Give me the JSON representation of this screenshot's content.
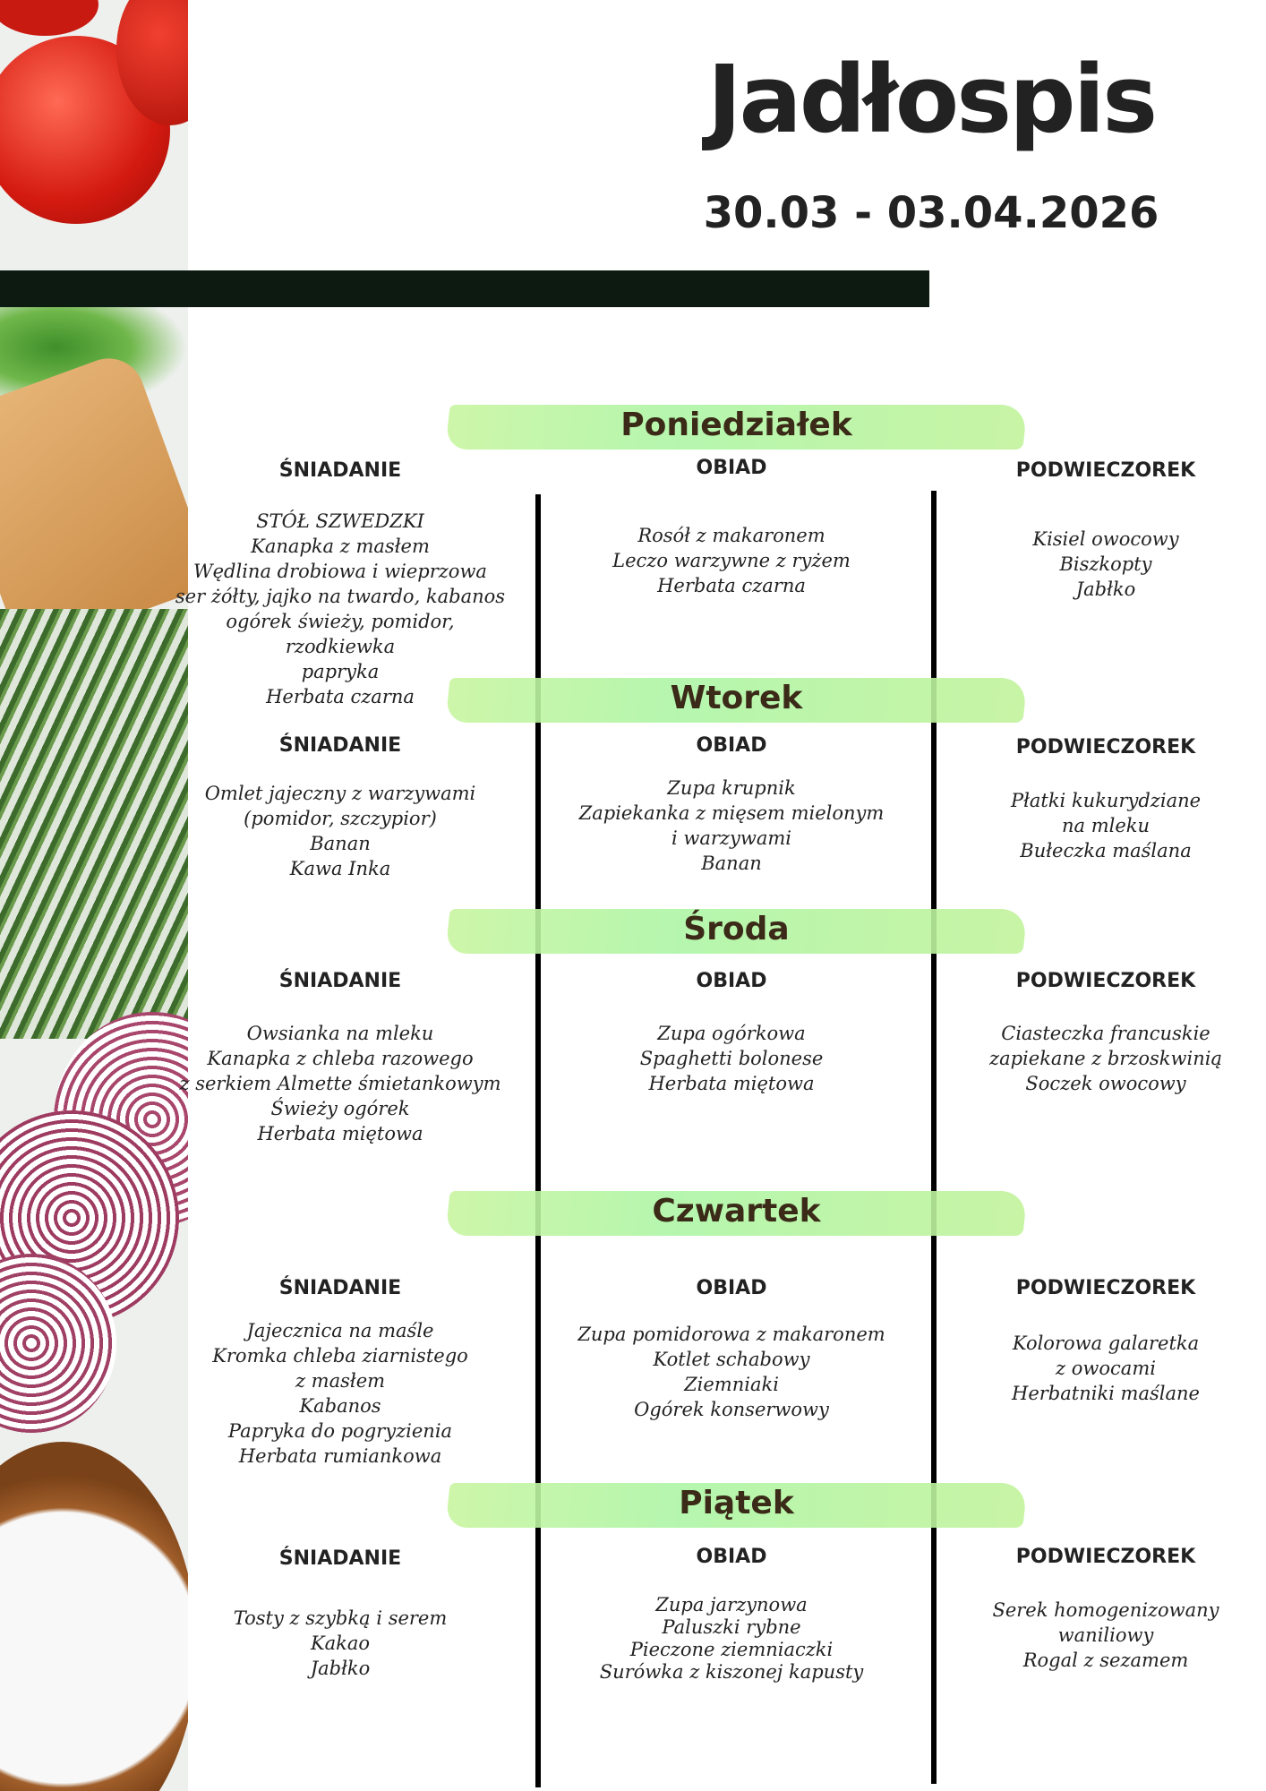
{
  "title": "Jadłospis",
  "dates": "30.03 - 03.04.2026",
  "labels": {
    "breakfast": "ŚNIADANIE",
    "lunch": "OBIAD",
    "snack": "PODWIECZOREK"
  },
  "days": [
    {
      "name": "Poniedziałek",
      "breakfast": [
        "STÓŁ SZWEDZKI",
        "Kanapka z masłem",
        "Wędlina drobiowa i wieprzowa",
        "ser żółty, jajko na twardo, kabanos",
        "ogórek świeży, pomidor, rzodkiewka",
        "papryka",
        "Herbata czarna"
      ],
      "lunch": [
        "Rosół z makaronem",
        "Leczo warzywne z ryżem",
        "Herbata czarna"
      ],
      "snack": [
        "Kisiel owocowy",
        "Biszkopty",
        "Jabłko"
      ]
    },
    {
      "name": "Wtorek",
      "breakfast": [
        "Omlet jajeczny z warzywami",
        "(pomidor, szczypior)",
        "Banan",
        "Kawa Inka"
      ],
      "lunch": [
        "Zupa krupnik",
        "Zapiekanka z mięsem mielonym",
        "i warzywami",
        "Banan"
      ],
      "snack": [
        "Płatki kukurydziane",
        "na mleku",
        "Bułeczka maślana"
      ]
    },
    {
      "name": "Środa",
      "breakfast": [
        "Owsianka na mleku",
        "Kanapka z chleba razowego",
        "z serkiem Almette śmietankowym",
        "Świeży ogórek",
        "Herbata miętowa"
      ],
      "lunch": [
        "Zupa ogórkowa",
        "Spaghetti bolonese",
        "Herbata miętowa"
      ],
      "snack": [
        "Ciasteczka francuskie",
        "zapiekane z brzoskwinią",
        "Soczek owocowy"
      ]
    },
    {
      "name": "Czwartek",
      "breakfast": [
        "Jajecznica na maśle",
        "Kromka chleba ziarnistego",
        "z masłem",
        "Kabanos",
        "Papryka do pogryzienia",
        "Herbata rumiankowa"
      ],
      "lunch": [
        "Zupa pomidorowa z makaronem",
        "Kotlet schabowy",
        "Ziemniaki",
        "Ogórek konserwowy"
      ],
      "snack": [
        "Kolorowa galaretka",
        "z owocami",
        "Herbatniki maślane"
      ]
    },
    {
      "name": "Piątek",
      "breakfast": [
        "Tosty z szybką i serem",
        "Kakao",
        "Jabłko"
      ],
      "lunch": [
        "Zupa jarzynowa",
        "Paluszki rybne",
        "Pieczone ziemniaczki",
        "Surówka z kiszonej kapusty"
      ],
      "snack": [
        "Serek homogenizowany",
        "waniliowy",
        "Rogal z sezamem"
      ]
    }
  ]
}
